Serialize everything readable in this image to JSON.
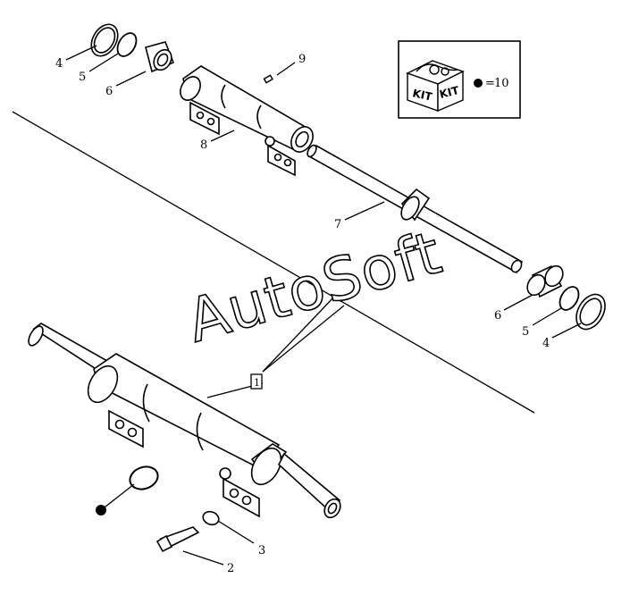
{
  "watermark": "AutoSoft",
  "kit": {
    "badge_left": "KIT",
    "badge_right": "KIT",
    "ref_number": "10"
  },
  "callout_box_label": "1",
  "part_numbers": {
    "tr_4": "4",
    "tr_5": "5",
    "tr_6": "6",
    "p9": "9",
    "p8": "8",
    "p7": "7",
    "br_6": "6",
    "br_5": "5",
    "br_4": "4",
    "p3": "3",
    "p2": "2"
  },
  "colors": {
    "line": "#000000",
    "background": "#ffffff",
    "shadow": "#9a9a9a"
  }
}
